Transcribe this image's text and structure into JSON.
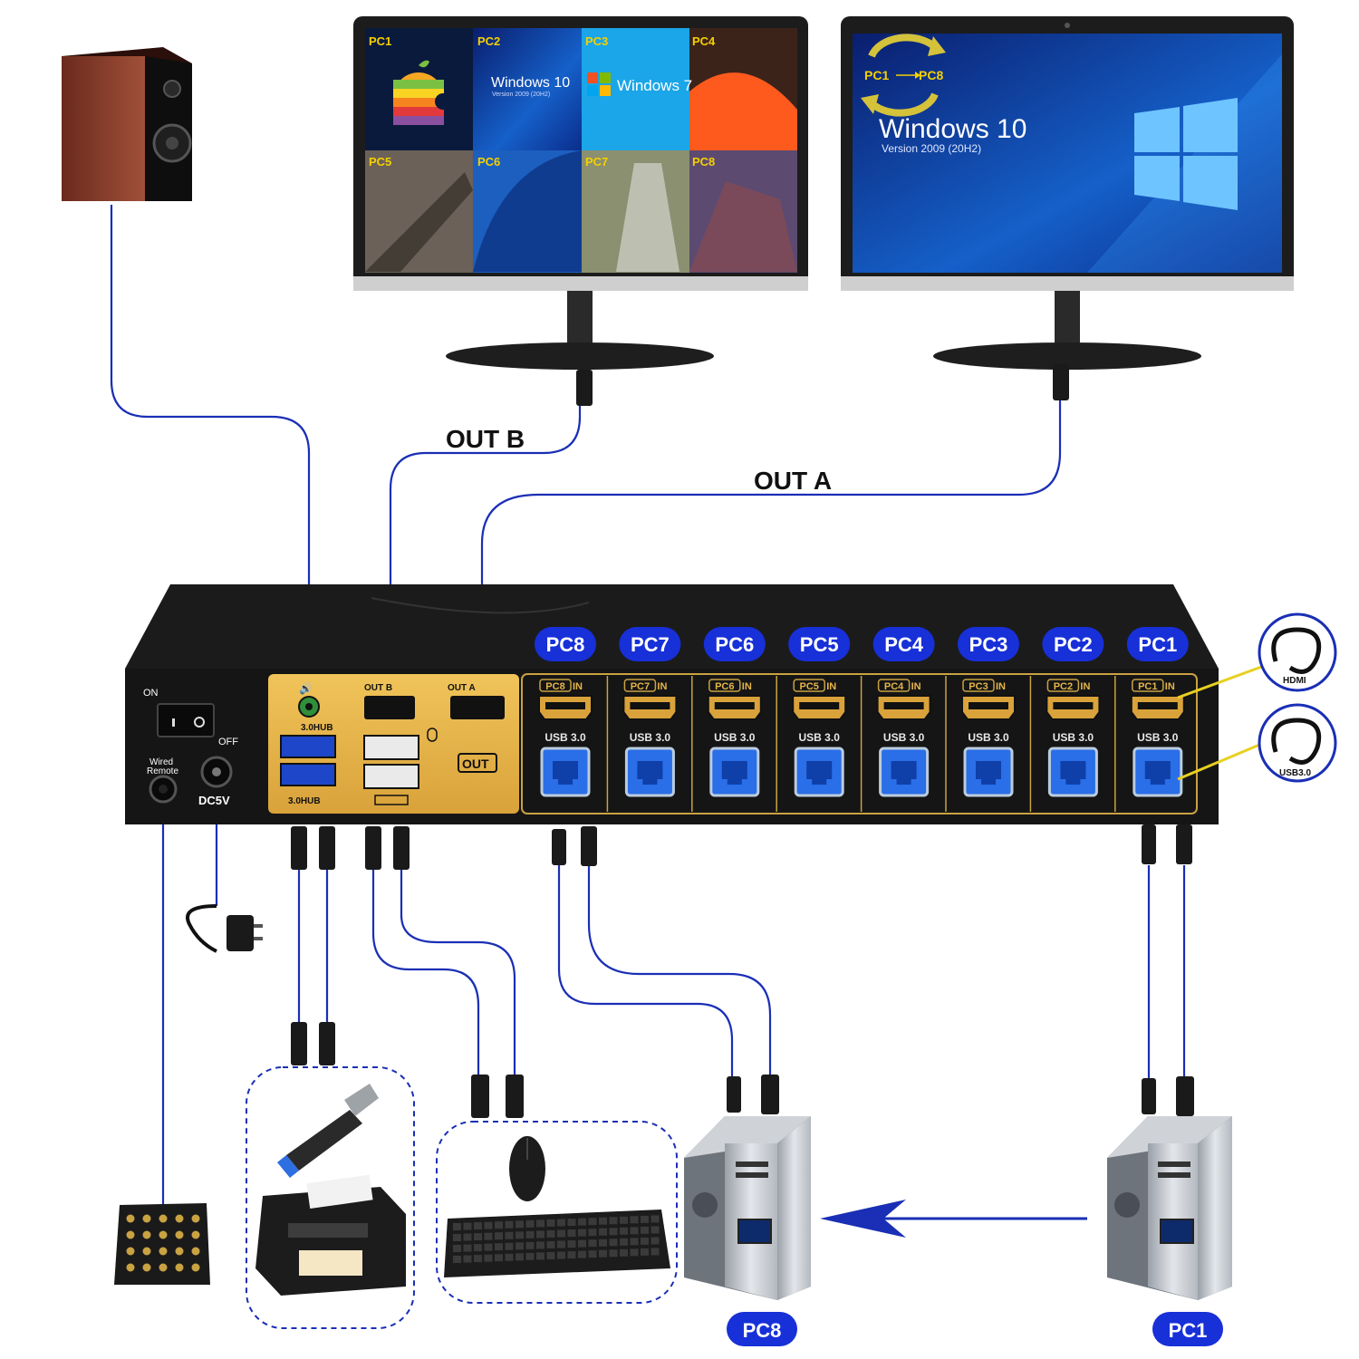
{
  "monitor_b": {
    "tiles": [
      {
        "label": "PC1",
        "text": ""
      },
      {
        "label": "PC2",
        "text": "Windows 10",
        "sub": "Version 2009 (20H2)"
      },
      {
        "label": "PC3",
        "text": "Windows 7"
      },
      {
        "label": "PC4",
        "text": ""
      },
      {
        "label": "PC5",
        "text": ""
      },
      {
        "label": "PC6",
        "text": ""
      },
      {
        "label": "PC7",
        "text": ""
      },
      {
        "label": "PC8",
        "text": ""
      }
    ]
  },
  "monitor_a": {
    "switch_label_from": "PC1",
    "switch_label_to": "PC8",
    "title": "Windows 10",
    "subtitle": "Version 2009 (20H2)"
  },
  "cables": {
    "out_b_label": "OUT B",
    "out_a_label": "OUT A"
  },
  "kvm": {
    "power_on_label": "ON",
    "power_off_label": "OFF",
    "wired_remote_label_1": "Wired",
    "wired_remote_label_2": "Remote",
    "dc_label": "DC5V",
    "hub_label_top": "3.0HUB",
    "hub_label_bottom": "3.0HUB",
    "out_b_port_label": "OUT B",
    "out_a_port_label": "OUT A",
    "out_badge": "OUT",
    "usb_label": "USB 3.0",
    "in_suffix": "IN",
    "pc_ports": [
      "PC8",
      "PC7",
      "PC6",
      "PC5",
      "PC4",
      "PC3",
      "PC2",
      "PC1"
    ]
  },
  "legend": {
    "hdmi_label": "HDMI",
    "usb_label": "USB3.0"
  },
  "computers": {
    "left_label": "PC8",
    "right_label": "PC1"
  },
  "colors": {
    "cable_blue": "#1a2fb5",
    "pill_blue": "#1730d8",
    "panel_gold": "#e6b54a",
    "device_black": "#151515"
  }
}
